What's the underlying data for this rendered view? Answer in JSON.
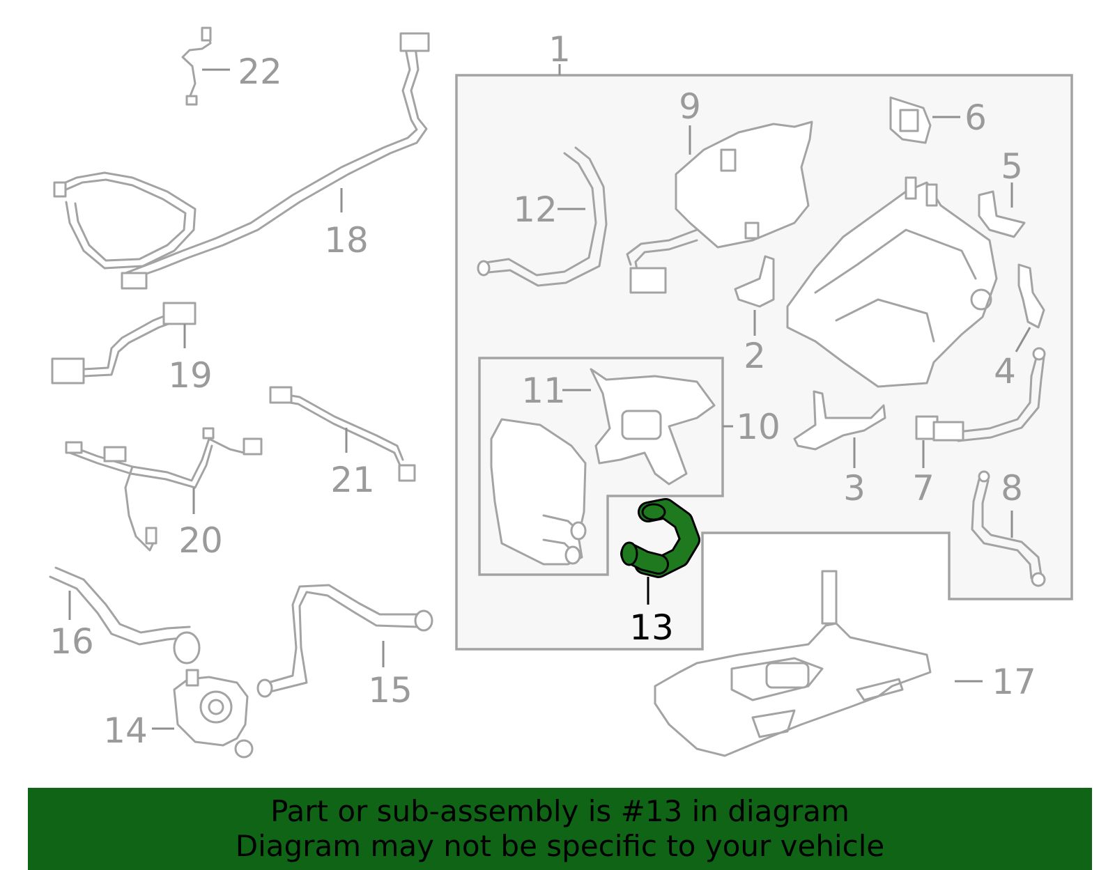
{
  "callouts": [
    {
      "id": "1",
      "label": "1"
    },
    {
      "id": "2",
      "label": "2"
    },
    {
      "id": "3",
      "label": "3"
    },
    {
      "id": "4",
      "label": "4"
    },
    {
      "id": "5",
      "label": "5"
    },
    {
      "id": "6",
      "label": "6"
    },
    {
      "id": "7",
      "label": "7"
    },
    {
      "id": "8",
      "label": "8"
    },
    {
      "id": "9",
      "label": "9"
    },
    {
      "id": "10",
      "label": "10"
    },
    {
      "id": "11",
      "label": "11"
    },
    {
      "id": "12",
      "label": "12"
    },
    {
      "id": "13",
      "label": "13"
    },
    {
      "id": "14",
      "label": "14"
    },
    {
      "id": "15",
      "label": "15"
    },
    {
      "id": "16",
      "label": "16"
    },
    {
      "id": "17",
      "label": "17"
    },
    {
      "id": "18",
      "label": "18"
    },
    {
      "id": "19",
      "label": "19"
    },
    {
      "id": "20",
      "label": "20"
    },
    {
      "id": "21",
      "label": "21"
    },
    {
      "id": "22",
      "label": "22"
    }
  ],
  "highlight": {
    "part": "13",
    "color": "#1f7a1f",
    "text_color": "#000000"
  },
  "colors": {
    "banner_bg": "#0f6415",
    "parts_line": "#a3a3a3",
    "callout_text": "#9a9a9a"
  },
  "banner": {
    "line1": "Part or sub-assembly is #13 in diagram",
    "line2": "Diagram may not be specific to your vehicle"
  }
}
